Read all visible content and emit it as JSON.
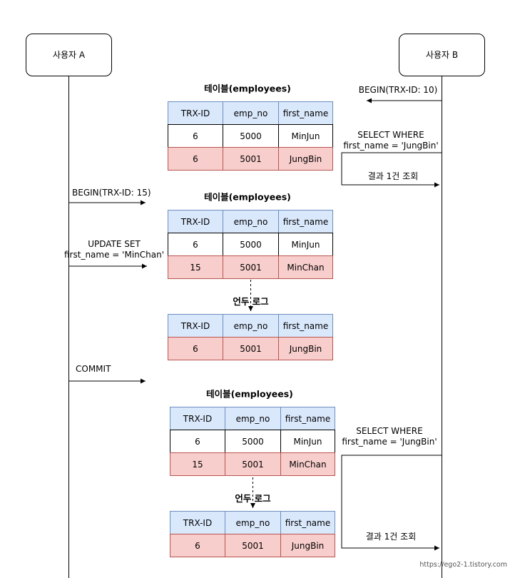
{
  "actors": {
    "a": "사용자 A",
    "b": "사용자 B"
  },
  "columns": [
    "TRX-ID",
    "emp_no",
    "first_name"
  ],
  "tables": [
    {
      "title": "테이블(employees)",
      "rows": [
        [
          "6",
          "5000",
          "MinJun"
        ],
        [
          "6",
          "5001",
          "JungBin"
        ]
      ],
      "row_colors": [
        "white",
        "red"
      ]
    },
    {
      "title": "테이블(employees)",
      "rows": [
        [
          "6",
          "5000",
          "MinJun"
        ],
        [
          "15",
          "5001",
          "MinChan"
        ]
      ],
      "row_colors": [
        "white",
        "red"
      ]
    },
    {
      "title": "",
      "rows": [
        [
          "6",
          "5001",
          "JungBin"
        ]
      ],
      "row_colors": [
        "red"
      ]
    },
    {
      "title": "테이블(employees)",
      "rows": [
        [
          "6",
          "5000",
          "MinJun"
        ],
        [
          "15",
          "5001",
          "MinChan"
        ]
      ],
      "row_colors": [
        "white",
        "red"
      ]
    },
    {
      "title": "",
      "rows": [
        [
          "6",
          "5001",
          "JungBin"
        ]
      ],
      "row_colors": [
        "red"
      ]
    }
  ],
  "undo_label": "언두 로그",
  "messages": {
    "b_begin": "BEGIN(TRX-ID: 10)",
    "b_select1_line1": "SELECT WHERE",
    "b_select1_line2": "first_name = 'JungBin'",
    "b_result1": "결과 1건 조회",
    "a_begin": "BEGIN(TRX-ID: 15)",
    "a_update_line1": "UPDATE SET",
    "a_update_line2": "first_name = 'MinChan'",
    "a_commit": "COMMIT",
    "b_select2_line1": "SELECT WHERE",
    "b_select2_line2": "first_name = 'JungBin'",
    "b_result2": "결과 1건 조회"
  },
  "watermark": "https://ego2-1.tistory.com",
  "colors": {
    "header_fill": "#dae8fc",
    "header_stroke": "#6c8ebf",
    "highlight_fill": "#f8cecc",
    "highlight_stroke": "#b85450"
  }
}
